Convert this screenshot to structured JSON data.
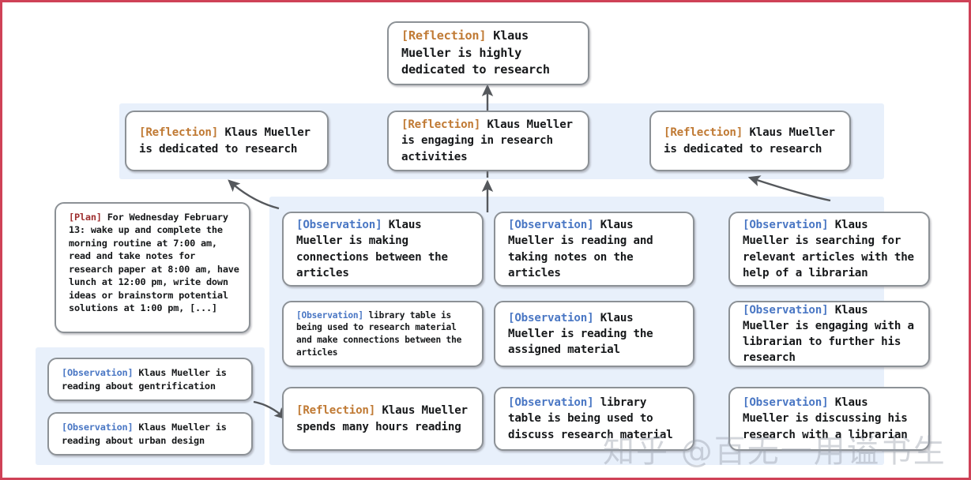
{
  "figure": {
    "title": "Reflection tree for Klaus Mueller",
    "border_color": "#cf4257",
    "panel_color": "#e8f0fb",
    "node_border_color": "#8c9196",
    "tag_colors": {
      "reflection": "#c07a34",
      "observation": "#4a77c4",
      "plan": "#9e2f2f"
    }
  },
  "watermark": {
    "text": "知乎 @百无一用谥书生"
  },
  "nodes": {
    "root": {
      "tag": "[Reflection]",
      "tag_type": "reflection",
      "text": " Klaus Mueller is highly dedicated to research"
    },
    "mid_left": {
      "tag": "[Reflection]",
      "tag_type": "reflection",
      "text": " Klaus Mueller is dedicated to research"
    },
    "mid_center": {
      "tag": "[Reflection]",
      "tag_type": "reflection",
      "text": " Klaus Mueller is engaging in research activities"
    },
    "mid_right": {
      "tag": "[Reflection]",
      "tag_type": "reflection",
      "text": " Klaus Mueller is dedicated to research"
    },
    "plan": {
      "tag": "[Plan]",
      "tag_type": "plan",
      "text": " For Wednesday February 13: wake up and complete the morning routine at 7:00 am, read and take notes for research paper at 8:00 am, have lunch at 12:00 pm, write down ideas or brainstorm potential solutions at 1:00 pm, [...]"
    },
    "col1_a": {
      "tag": "[Observation]",
      "tag_type": "observation",
      "text": " Klaus Mueller is making connections between the articles"
    },
    "col1_b": {
      "tag": "[Observation]",
      "tag_type": "observation",
      "text": " library table is being used to research material and make connections between the articles"
    },
    "col1_c": {
      "tag": "[Reflection]",
      "tag_type": "reflection",
      "text": " Klaus Mueller spends many hours reading"
    },
    "col2_a": {
      "tag": "[Observation]",
      "tag_type": "observation",
      "text": " Klaus Mueller is reading and taking notes on the articles"
    },
    "col2_b": {
      "tag": "[Observation]",
      "tag_type": "observation",
      "text": " Klaus Mueller is reading the assigned material"
    },
    "col2_c": {
      "tag": "[Observation]",
      "tag_type": "observation",
      "text": " library table is being used to discuss research material"
    },
    "col3_a": {
      "tag": "[Observation]",
      "tag_type": "observation",
      "text": " Klaus Mueller is searching for relevant articles with the help of a librarian"
    },
    "col3_b": {
      "tag": "[Observation]",
      "tag_type": "observation",
      "text": " Klaus Mueller is engaging with a librarian to further his research"
    },
    "col3_c": {
      "tag": "[Observation]",
      "tag_type": "observation",
      "text": " Klaus Mueller is discussing his research with a librarian"
    },
    "bl_a": {
      "tag": "[Observation]",
      "tag_type": "observation",
      "text": " Klaus Mueller is reading about gentrification"
    },
    "bl_b": {
      "tag": "[Observation]",
      "tag_type": "observation",
      "text": " Klaus Mueller is reading about urban design"
    }
  }
}
